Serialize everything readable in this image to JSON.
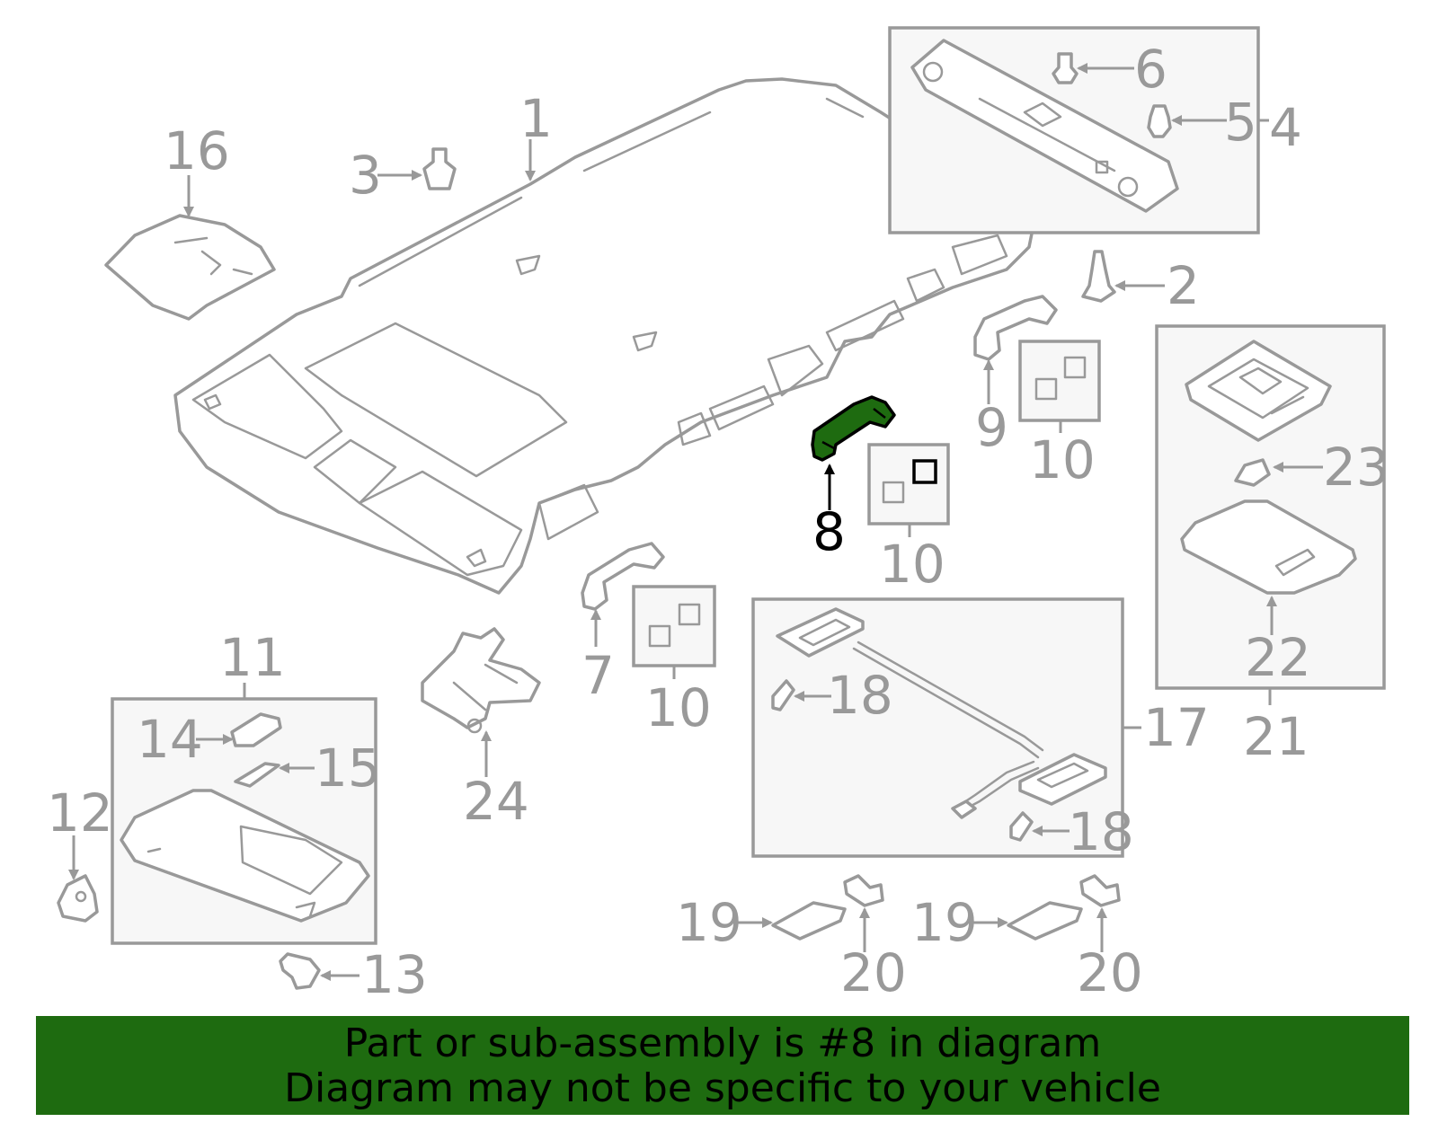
{
  "callouts": {
    "c1": "1",
    "c2": "2",
    "c3": "3",
    "c4": "4",
    "c5": "5",
    "c6": "6",
    "c7": "7",
    "c8": "8",
    "c9": "9",
    "c10": "10",
    "c11": "11",
    "c12": "12",
    "c13": "13",
    "c14": "14",
    "c15": "15",
    "c16": "16",
    "c17": "17",
    "c18": "18",
    "c19": "19",
    "c20": "20",
    "c21": "21",
    "c22": "22",
    "c23": "23",
    "c24": "24"
  },
  "highlight": {
    "part": "8",
    "color": "#1e6b10"
  },
  "banner": {
    "line1": "Part or sub-assembly is #8 in diagram",
    "line2": "Diagram may not be specific to your vehicle",
    "color": "#1e6b10"
  }
}
